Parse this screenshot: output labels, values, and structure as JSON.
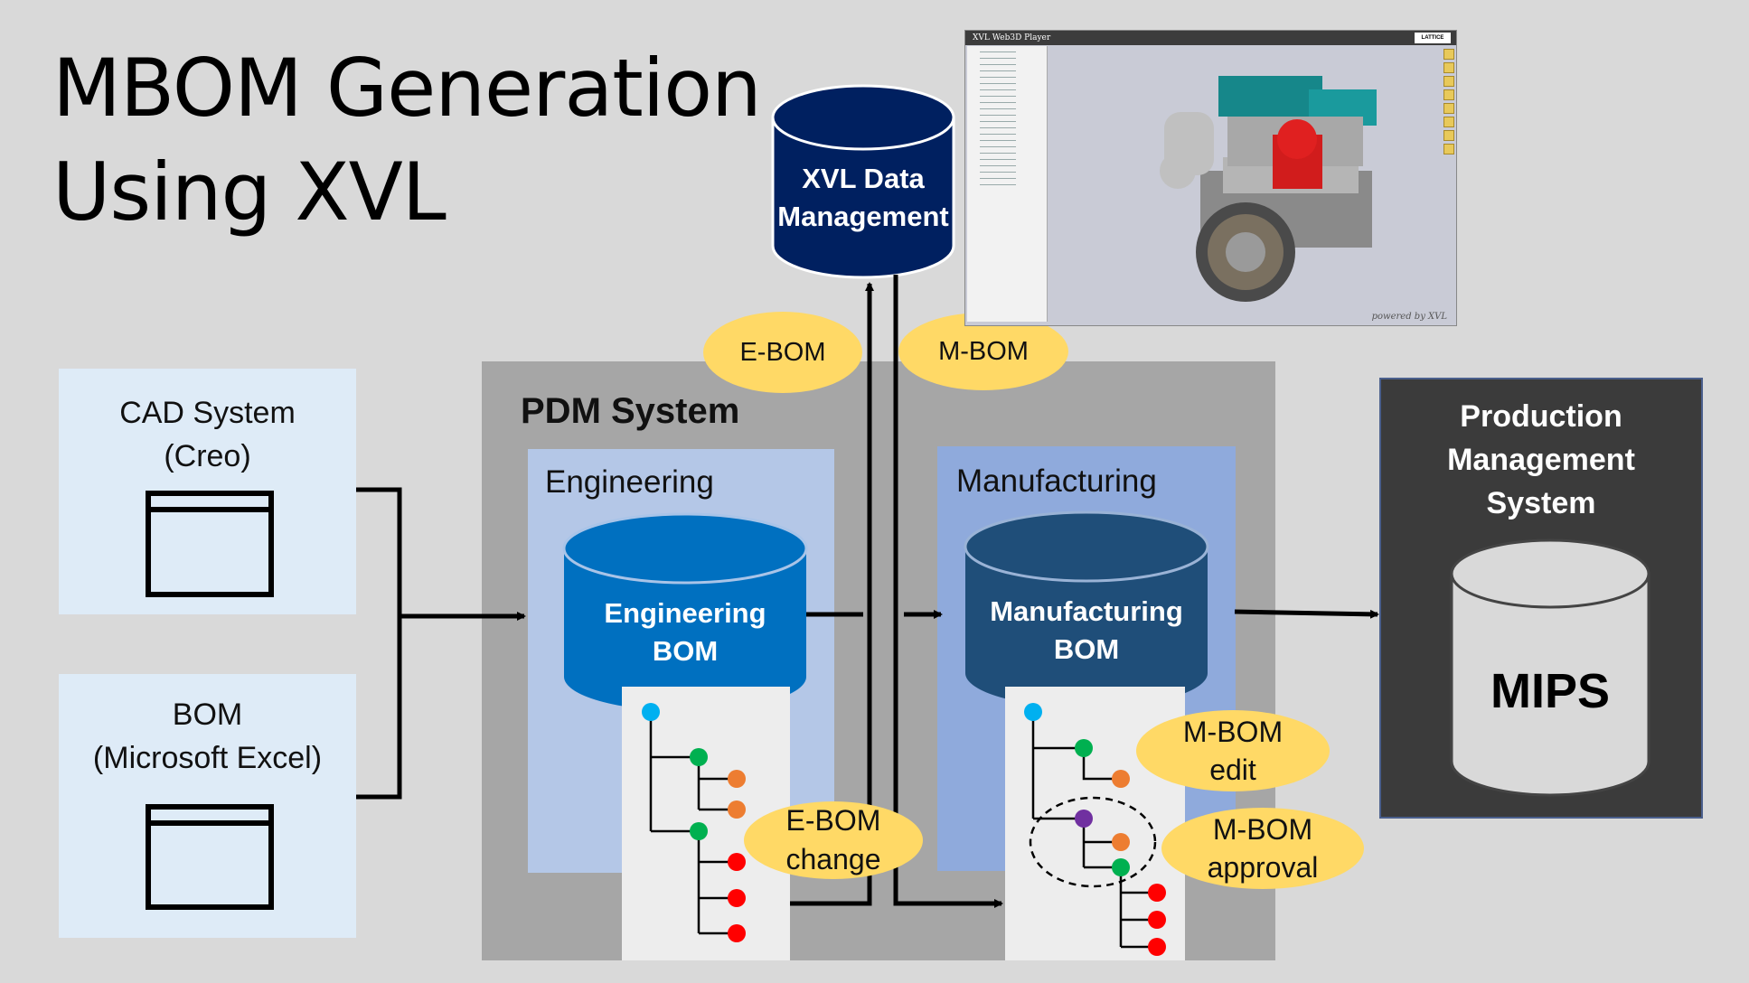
{
  "title": {
    "line1": "MBOM Generation",
    "line2": "Using XVL"
  },
  "xvl": {
    "line1": "XVL Data",
    "line2": "Management"
  },
  "viewer": {
    "title": "XVL Web3D Player",
    "brand": "powered by XVL",
    "logo": "LATTICE"
  },
  "ellipses": {
    "ebom": "E-BOM",
    "mbom": "M-BOM",
    "ebom_change_1": "E-BOM",
    "ebom_change_2": "change",
    "mbom_edit_1": "M-BOM",
    "mbom_edit_2": "edit",
    "mbom_approval_1": "M-BOM",
    "mbom_approval_2": "approval"
  },
  "cad": {
    "line1": "CAD System",
    "line2": "(Creo)"
  },
  "bom": {
    "line1": "BOM",
    "line2": "(Microsoft Excel)"
  },
  "pdm": {
    "title": "PDM System"
  },
  "engineering": {
    "label": "Engineering",
    "db_line1": "Engineering",
    "db_line2": "BOM"
  },
  "manufacturing": {
    "label": "Manufacturing",
    "db_line1": "Manufacturing",
    "db_line2": "BOM"
  },
  "production": {
    "line1": "Production",
    "line2": "Management",
    "line3": "System",
    "db": "MIPS"
  },
  "colors": {
    "background": "#d9d9d9",
    "pdm_box": "#a6a6a6",
    "engineering_panel": "#b4c7e7",
    "manufacturing_panel": "#8faadc",
    "light_box": "#deebf7",
    "xvl_db": "#002060",
    "engineering_db": "#0070c0",
    "manufacturing_db": "#1f4e79",
    "production_box": "#3b3b3b",
    "ellipse": "#ffd966",
    "node_blue": "#00b0f0",
    "node_green": "#00b050",
    "node_orange": "#ed7d31",
    "node_red": "#ff0000",
    "node_purple": "#7030a0"
  }
}
